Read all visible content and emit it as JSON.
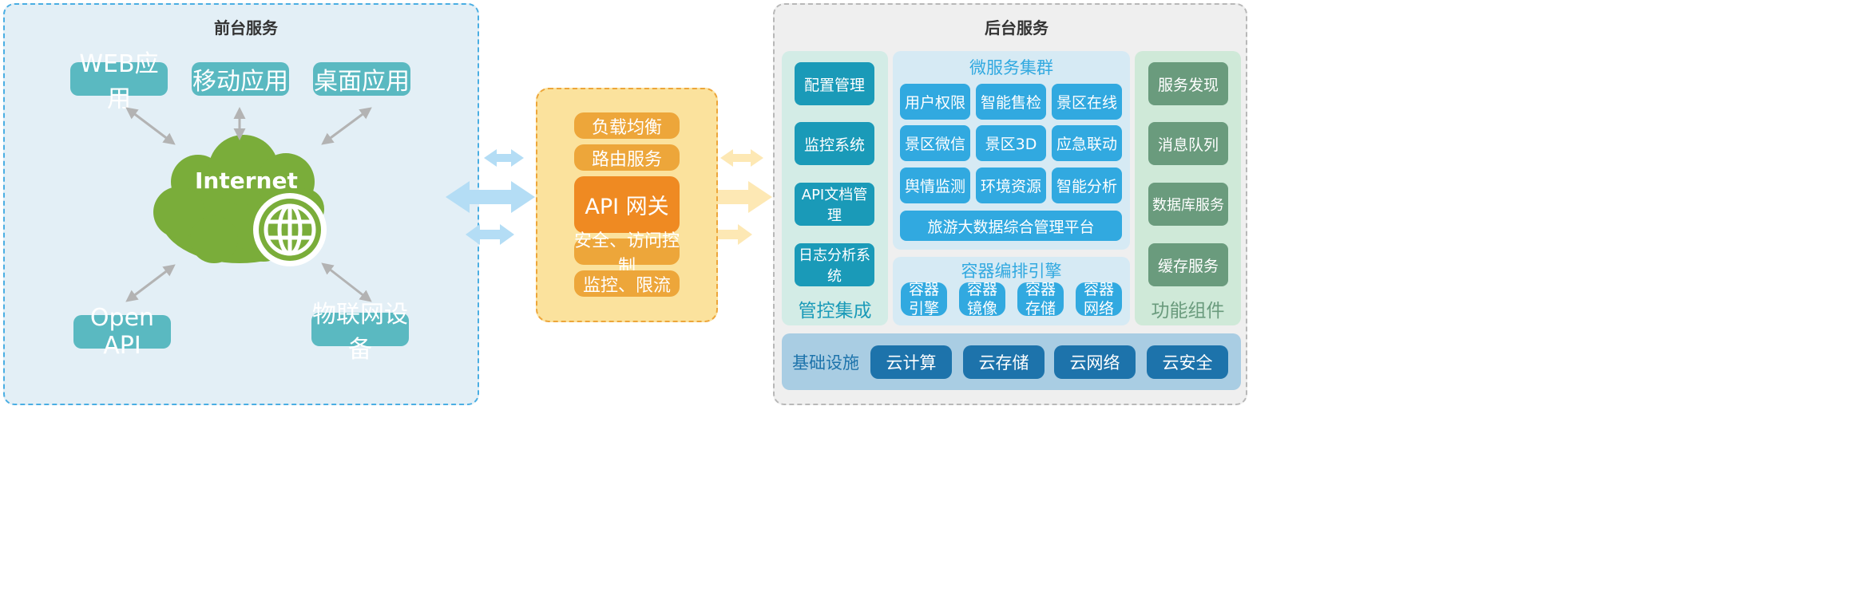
{
  "frontend": {
    "title": "前台服务",
    "apps": [
      "WEB应用",
      "移动应用",
      "桌面应用"
    ],
    "cloud_label": "Internet",
    "open_api": "Open API",
    "iot": "物联网设备"
  },
  "gateway": {
    "items_top": [
      "负载均衡",
      "路由服务"
    ],
    "main": "API 网关",
    "items_bottom": [
      "安全、访问控制",
      "监控、限流"
    ]
  },
  "backend": {
    "title": "后台服务",
    "management": {
      "label": "管控集成",
      "items": [
        "配置管理",
        "监控系统",
        "API文档管理",
        "日志分析系统"
      ]
    },
    "microservices": {
      "label": "微服务集群",
      "items": [
        "用户权限",
        "智能售检",
        "景区在线",
        "景区微信",
        "景区3D",
        "应急联动",
        "舆情监测",
        "环境资源",
        "智能分析"
      ],
      "platform": "旅游大数据综合管理平台"
    },
    "container": {
      "label": "容器编排引擎",
      "items": [
        [
          "容器",
          "引擎"
        ],
        [
          "容器",
          "镜像"
        ],
        [
          "容器",
          "存储"
        ],
        [
          "容器",
          "网络"
        ]
      ]
    },
    "functions": {
      "label": "功能组件",
      "items": [
        "服务发现",
        "消息队列",
        "数据库服务",
        "缓存服务"
      ]
    },
    "infra": {
      "label": "基础设施",
      "items": [
        "云计算",
        "云存储",
        "云网络",
        "云安全"
      ]
    }
  },
  "colors": {
    "frontend_bg": "#e3eff6",
    "frontend_border": "#4aaee3",
    "teal": "#5ab9c1",
    "cloud": "#7aad3a",
    "gateway_bg": "#fbe29d",
    "gateway_main": "#ef8a22",
    "gateway_item": "#eda63a",
    "backend_bg": "#efefef",
    "management_bg": "#d3ece6",
    "microservice_bg": "#d6eaf4",
    "function_bg": "#cfe9d8",
    "infra_bg": "#a9cde3",
    "arrow_gray": "#b3b3b3",
    "arrow_blue": "#b4ddf5",
    "arrow_yellow": "#fde8b4"
  }
}
